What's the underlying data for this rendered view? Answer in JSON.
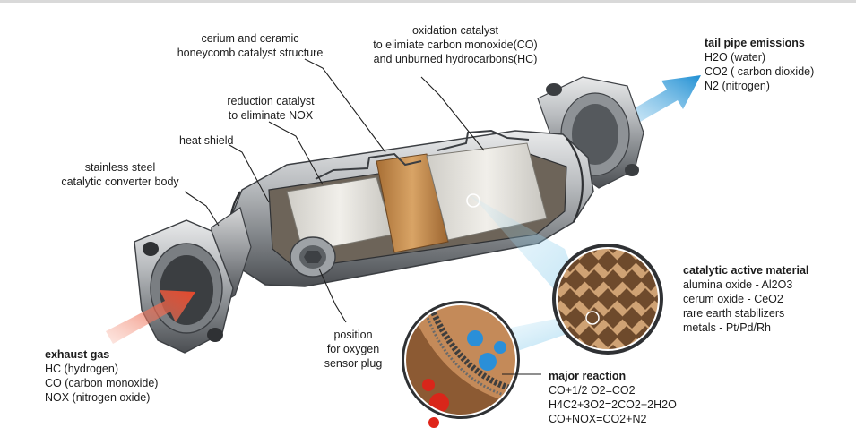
{
  "labels": {
    "ceramic": [
      "cerium and ceramic",
      "honeycomb catalyst structure"
    ],
    "oxidation": [
      "oxidation catalyst",
      "to elimiate carbon monoxide(CO)",
      "and unburned hydrocarbons(HC)"
    ],
    "reduction": [
      "reduction catalyst",
      "to eliminate NOX"
    ],
    "heat_shield": "heat shield",
    "body": [
      "stainless steel",
      "catalytic converter body"
    ],
    "sensor": [
      "position",
      "for oxygen",
      "sensor plug"
    ]
  },
  "tailpipe": {
    "title": "tail pipe emissions",
    "items": [
      "H2O (water)",
      "CO2 ( carbon dioxide)",
      "N2 (nitrogen)"
    ]
  },
  "exhaust": {
    "title": "exhaust gas",
    "items": [
      "HC (hydrogen)",
      "CO (carbon monoxide)",
      "NOX (nitrogen oxide)"
    ]
  },
  "active": {
    "title": "catalytic active material",
    "items": [
      "alumina oxide - Al2O3",
      "cerum oxide - CeO2",
      "rare earth stabilizers",
      "metals - Pt/Pd/Rh"
    ]
  },
  "reaction": {
    "title": "major reaction",
    "items": [
      "CO+1/2 O2=CO2",
      "H4C2+3O2=2CO2+2H2O",
      "CO+NOX=CO2+N2"
    ]
  },
  "colors": {
    "inlet_arrow": "#e8472a",
    "outlet_arrow": "#1f8fd3",
    "metal": "#a9acaf",
    "catalyst": "#c89255",
    "honeycomb": "#e8e6e0"
  }
}
